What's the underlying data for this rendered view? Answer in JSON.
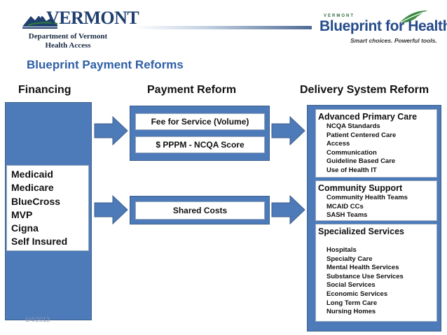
{
  "header": {
    "vermont_logo_text": "VERMONT",
    "department_line1": "Department of Vermont",
    "department_line2": "Health Access",
    "blueprint_small": "VERMONT",
    "blueprint_title": "Blueprint for Health",
    "blueprint_tagline": "Smart choices. Powerful tools."
  },
  "slide_title": "Blueprint Payment Reforms",
  "columns": {
    "financing": "Financing",
    "payment_reform": "Payment Reform",
    "delivery_system_reform": "Delivery System Reform"
  },
  "financing": {
    "payers": [
      "Medicaid",
      "Medicare",
      "BlueCross",
      "MVP",
      "Cigna",
      "Self Insured"
    ],
    "date_text": "6/4/2013"
  },
  "payment_reform": {
    "fee_for_service": "Fee for Service (Volume)",
    "pppm": "$ PPPM - NCQA Score",
    "shared_costs": "Shared Costs"
  },
  "delivery": {
    "advanced_primary_care": {
      "title": "Advanced Primary Care",
      "items": [
        "NCQA Standards",
        "Patient Centered Care",
        "Access",
        "Communication",
        "Guideline Based Care",
        "Use of Health IT"
      ]
    },
    "community_support": {
      "title": "Community Support",
      "items": [
        "Community Health Teams",
        "MCAID CCs",
        "SASH Teams"
      ]
    },
    "specialized_services": {
      "title": "Specialized Services",
      "items": [
        "Hospitals",
        "Specialty Care",
        "Mental Health Services",
        "Substance Use Services",
        "Social Services",
        "Economic Services",
        "Long Term Care",
        "Nursing Homes"
      ]
    }
  },
  "colors": {
    "panel_blue": "#4d7ab8",
    "title_blue": "#2f5fa6",
    "navy": "#1f3f6e",
    "leaf_green": "#3a8a3f"
  }
}
